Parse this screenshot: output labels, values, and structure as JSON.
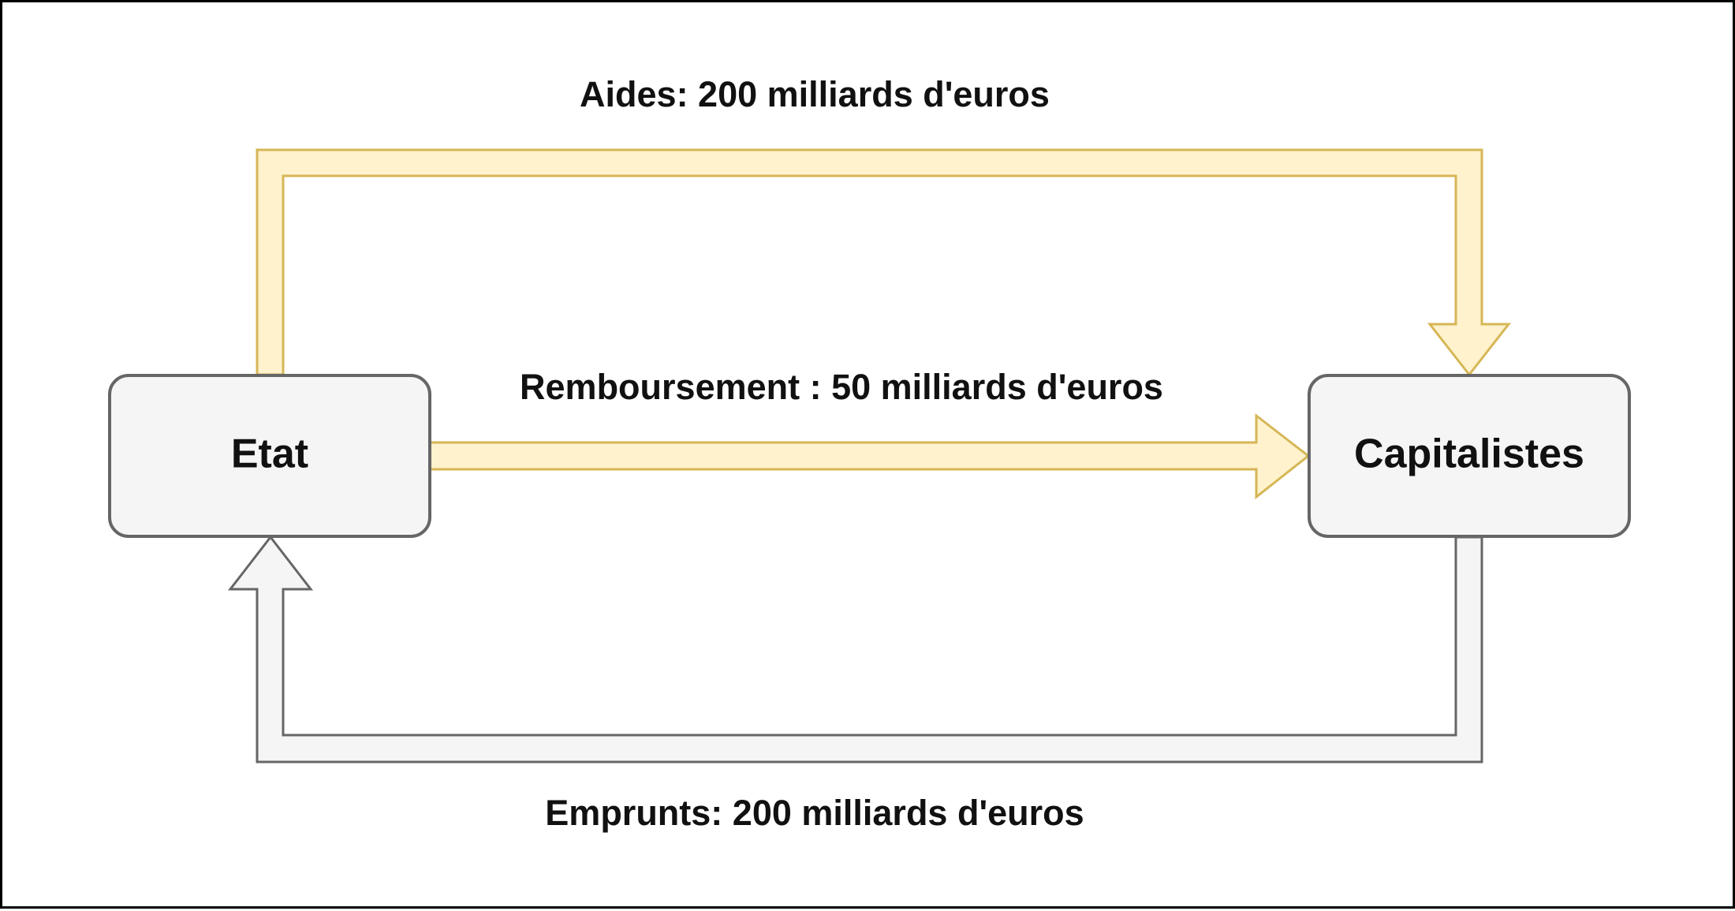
{
  "diagram": {
    "nodes": {
      "etat": {
        "label": "Etat"
      },
      "capitalistes": {
        "label": "Capitalistes"
      }
    },
    "flows": {
      "aides": {
        "label": "Aides: 200 milliards d'euros",
        "from": "Etat",
        "to": "Capitalistes",
        "color": "#fff2cc",
        "stroke": "#d6b656"
      },
      "remboursement": {
        "label": "Remboursement : 50 milliards d'euros",
        "from": "Etat",
        "to": "Capitalistes",
        "color": "#fff2cc",
        "stroke": "#d6b656"
      },
      "emprunts": {
        "label": "Emprunts: 200 milliards d'euros",
        "from": "Capitalistes",
        "to": "Etat",
        "color": "#f5f5f5",
        "stroke": "#666666"
      }
    },
    "node_fill": "#f5f5f5",
    "node_stroke": "#666666"
  }
}
